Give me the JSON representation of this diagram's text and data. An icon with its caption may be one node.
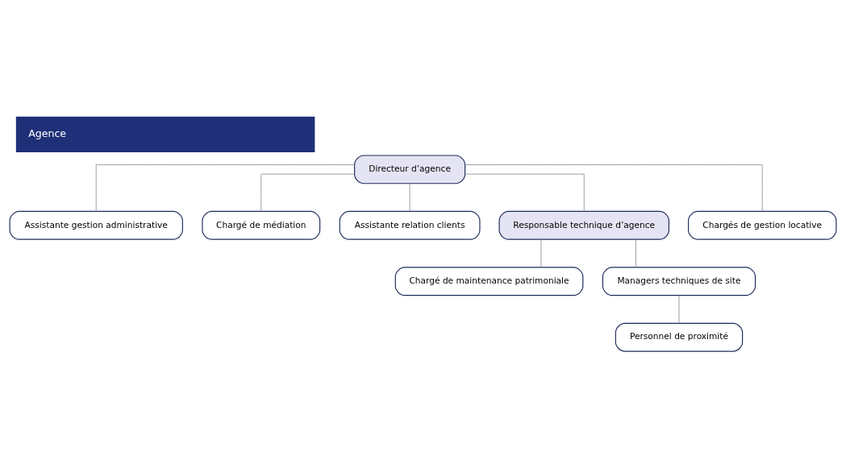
{
  "diagram": {
    "title": "Agence",
    "nodes": [
      {
        "text": [
          "Directeur d’agence"
        ]
      },
      {
        "text": [
          "Assistante gestion administrative"
        ]
      },
      {
        "text": [
          "Chargé de médiation"
        ]
      },
      {
        "text": [
          "Assistante relation clients"
        ]
      },
      {
        "text": [
          "Responsable technique d’agence"
        ]
      },
      {
        "text": [
          "Chargé de maintenance patrimoniale"
        ]
      },
      {
        "text": [
          "Managers techniques de site"
        ]
      },
      {
        "text": [
          "Chargés de gestion locative"
        ]
      },
      {
        "text": [
          "Personnel de proximité"
        ]
      }
    ],
    "edges": [
      {
        "from": 0,
        "to": 1,
        "arrow": "none"
      },
      {
        "from": 0,
        "to": 2,
        "arrow": "none"
      },
      {
        "from": 0,
        "to": 3,
        "arrow": "none"
      },
      {
        "from": 0,
        "to": 4,
        "arrow": "none"
      },
      {
        "from": 0,
        "to": 7,
        "arrow": "none"
      },
      {
        "from": 4,
        "to": 5,
        "arrow": "none"
      },
      {
        "from": 4,
        "to": 6,
        "arrow": "none"
      },
      {
        "from": 6,
        "to": 8,
        "arrow": "none"
      }
    ]
  }
}
